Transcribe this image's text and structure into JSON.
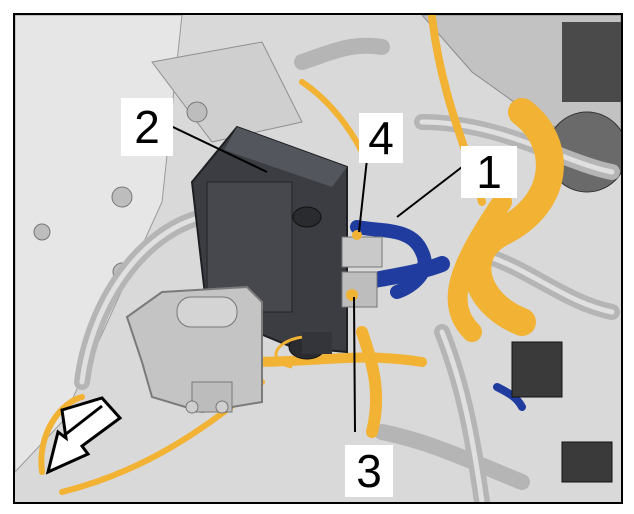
{
  "callouts": {
    "c1": "1",
    "c2": "2",
    "c3": "3",
    "c4": "4"
  },
  "icons": {
    "direction_arrow": "arrow-down-left-icon"
  },
  "colors": {
    "hose_orange": "#f2b233",
    "hose_blue": "#1f3c9e",
    "module_dark": "#3b3d42",
    "metal_grey": "#c9c9c9",
    "background_grey": "#d9d9d9"
  }
}
